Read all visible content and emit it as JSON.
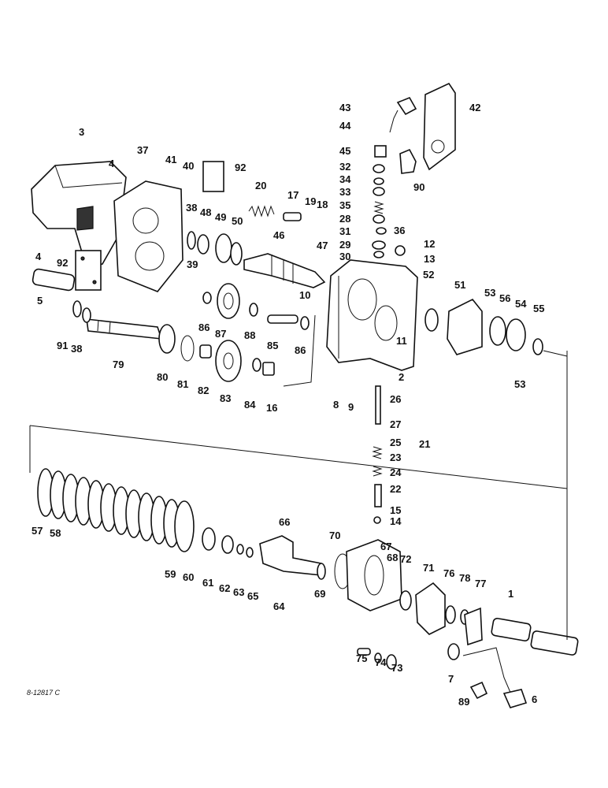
{
  "diagram": {
    "drawing_code": "8-12817 C",
    "callouts": [
      "1",
      "2",
      "3",
      "4",
      "4",
      "5",
      "6",
      "7",
      "8",
      "9",
      "10",
      "11",
      "12",
      "13",
      "14",
      "15",
      "16",
      "17",
      "18",
      "19",
      "20",
      "21",
      "22",
      "23",
      "24",
      "25",
      "26",
      "27",
      "28",
      "29",
      "30",
      "31",
      "32",
      "33",
      "34",
      "35",
      "36",
      "37",
      "38",
      "38",
      "39",
      "40",
      "41",
      "42",
      "43",
      "44",
      "45",
      "46",
      "47",
      "48",
      "49",
      "50",
      "51",
      "52",
      "53",
      "53",
      "54",
      "55",
      "56",
      "57",
      "58",
      "59",
      "60",
      "61",
      "62",
      "63",
      "64",
      "65",
      "66",
      "67",
      "68",
      "69",
      "70",
      "71",
      "72",
      "73",
      "74",
      "75",
      "76",
      "77",
      "78",
      "79",
      "80",
      "81",
      "82",
      "83",
      "84",
      "85",
      "86",
      "86",
      "87",
      "88",
      "89",
      "90",
      "91",
      "92",
      "92"
    ]
  }
}
